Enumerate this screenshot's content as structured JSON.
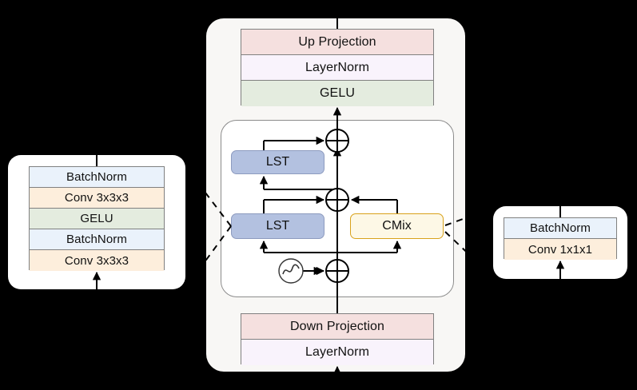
{
  "diagram": {
    "title": "Network block architecture diagram",
    "background": "#000000",
    "left_panel": {
      "name": "conv-3x3x3-block",
      "blocks": [
        {
          "label": "BatchNorm",
          "color": "#eaf2fb",
          "class": "c-batchnorm"
        },
        {
          "label": "Conv 3x3x3",
          "color": "#fdeedc",
          "class": "c-conv"
        },
        {
          "label": "GELU",
          "color": "#e4ecdf",
          "class": "c-gelu"
        },
        {
          "label": "BatchNorm",
          "color": "#eaf2fb",
          "class": "c-batchnorm"
        },
        {
          "label": "Conv 3x3x3",
          "color": "#fdeedc",
          "class": "c-conv"
        }
      ]
    },
    "right_panel": {
      "name": "conv-1x1x1-block",
      "blocks": [
        {
          "label": "BatchNorm",
          "color": "#eaf2fb",
          "class": "c-batchnorm"
        },
        {
          "label": "Conv 1x1x1",
          "color": "#fdeedc",
          "class": "c-conv"
        }
      ]
    },
    "center_panel": {
      "name": "main-block",
      "top_blocks": [
        {
          "label": "Up Projection",
          "color": "#f5e0df",
          "class": "c-proj"
        },
        {
          "label": "LayerNorm",
          "color": "#f9f3fc",
          "class": "c-layernorm"
        },
        {
          "label": "GELU",
          "color": "#e4ecdf",
          "class": "c-gelu"
        }
      ],
      "bottom_blocks": [
        {
          "label": "Down Projection",
          "color": "#f5e0df",
          "class": "c-proj"
        },
        {
          "label": "LayerNorm",
          "color": "#f9f3fc",
          "class": "c-layernorm"
        }
      ],
      "inner": {
        "nodes": [
          {
            "label": "LST",
            "id": "lst-top",
            "color": "#b3c1e0",
            "border": "#8d9bbf"
          },
          {
            "label": "LST",
            "id": "lst-bottom",
            "color": "#b3c1e0",
            "border": "#8d9bbf"
          },
          {
            "label": "CMix",
            "id": "cmix",
            "color": "#fdf8e6",
            "border": "#d9a21b"
          }
        ],
        "operators": [
          {
            "id": "add-top",
            "symbol": "circle-plus-icon"
          },
          {
            "id": "add-middle",
            "symbol": "circle-plus-icon"
          },
          {
            "id": "add-bottom",
            "symbol": "circle-plus-icon"
          }
        ],
        "signal": {
          "id": "sine-source",
          "symbol": "sine-wave-icon"
        }
      }
    }
  }
}
